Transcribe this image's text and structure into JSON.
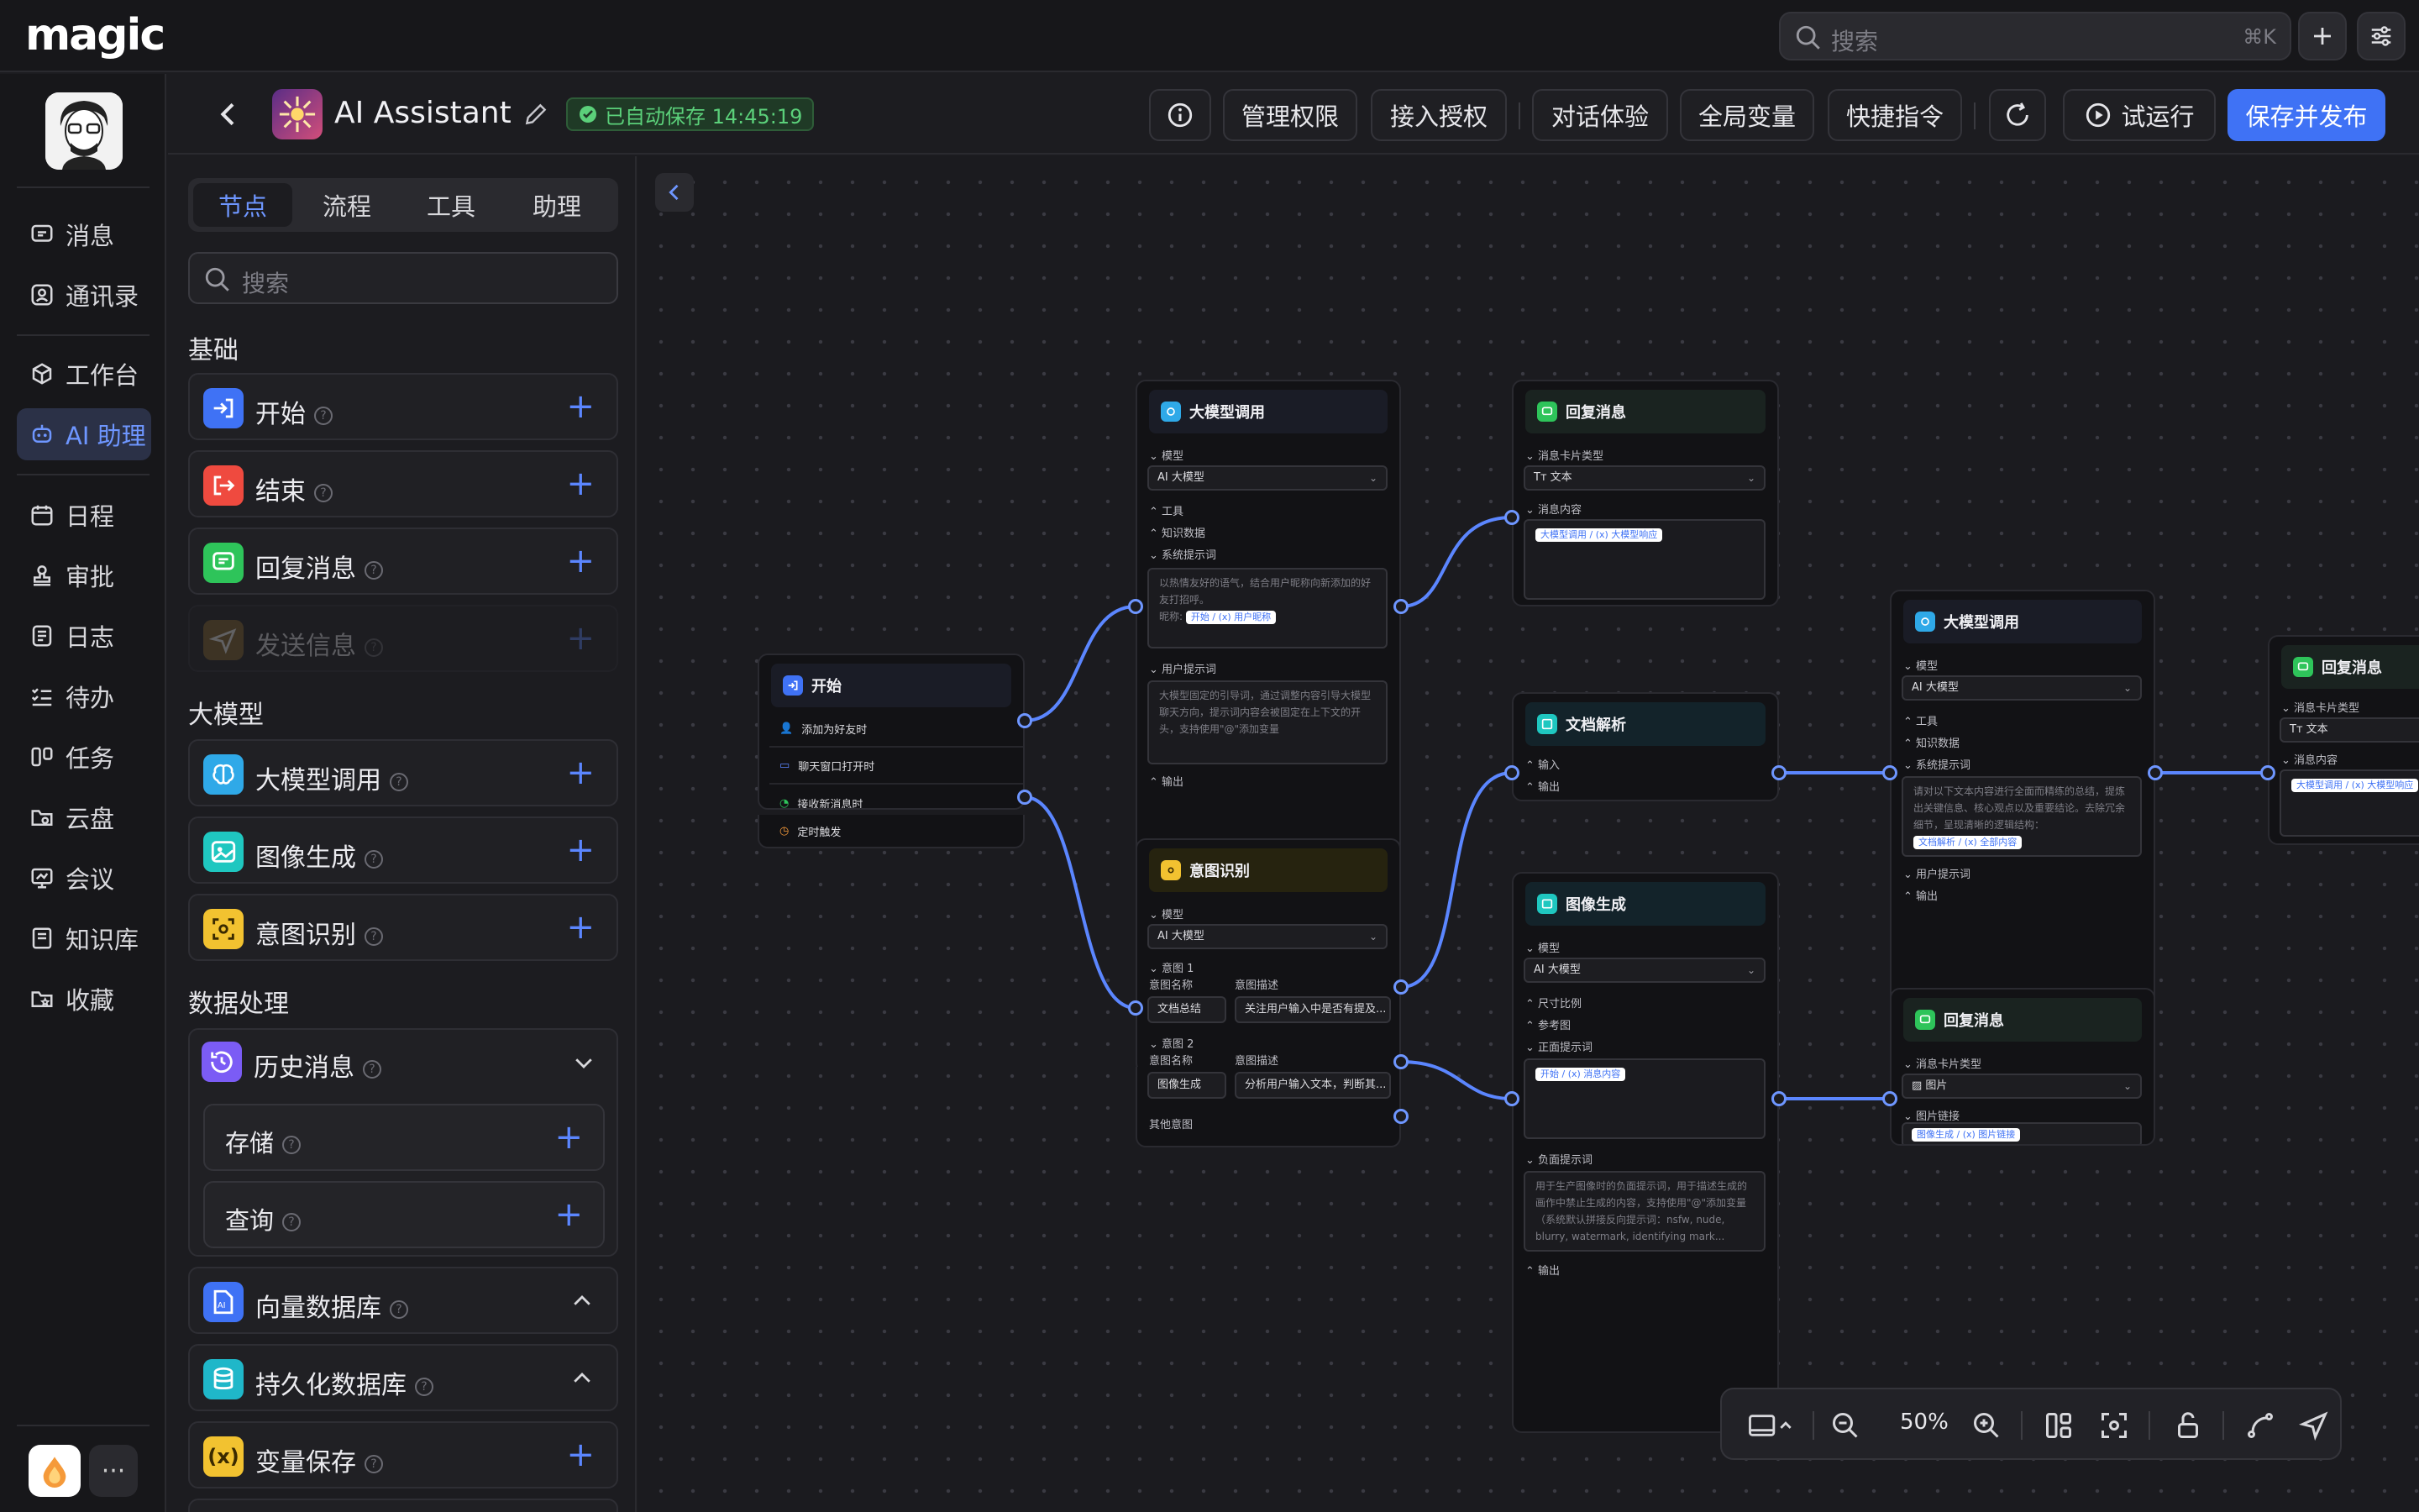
{
  "app": {
    "logo": "magic"
  },
  "search": {
    "placeholder": "搜索",
    "shortcut": "⌘K"
  },
  "nav": {
    "items": [
      {
        "label": "消息",
        "icon": "message-icon"
      },
      {
        "label": "通讯录",
        "icon": "contacts-icon"
      },
      {
        "label": "工作台",
        "icon": "workbench-icon"
      },
      {
        "label": "AI 助理",
        "icon": "ai-robot-icon",
        "active": true
      },
      {
        "label": "日程",
        "icon": "calendar-icon"
      },
      {
        "label": "审批",
        "icon": "stamp-icon"
      },
      {
        "label": "日志",
        "icon": "log-icon"
      },
      {
        "label": "待办",
        "icon": "todo-icon"
      },
      {
        "label": "任务",
        "icon": "task-icon"
      },
      {
        "label": "云盘",
        "icon": "cloud-drive-icon"
      },
      {
        "label": "会议",
        "icon": "meeting-icon"
      },
      {
        "label": "知识库",
        "icon": "knowledge-icon"
      },
      {
        "label": "收藏",
        "icon": "favorites-icon"
      }
    ],
    "more": "···"
  },
  "header": {
    "title": "AI Assistant",
    "autosave": "已自动保存 14:45:19",
    "buttons": {
      "permissions": "管理权限",
      "auth": "接入授权",
      "chat": "对话体验",
      "variables": "全局变量",
      "shortcuts": "快捷指令",
      "run": "试运行",
      "publish": "保存并发布"
    }
  },
  "panel": {
    "tabs": [
      "节点",
      "流程",
      "工具",
      "助理"
    ],
    "search_placeholder": "搜索",
    "sections": {
      "basic": "基础",
      "llm": "大模型",
      "data": "数据处理"
    },
    "basic_items": [
      "开始",
      "结束",
      "回复消息",
      "发送信息"
    ],
    "llm_items": [
      "大模型调用",
      "图像生成",
      "意图识别"
    ],
    "data_items": {
      "history": "历史消息",
      "store": "存储",
      "query": "查询",
      "vector": "向量数据库",
      "persist": "持久化数据库",
      "var_save": "变量保存"
    }
  },
  "nodes": {
    "start": {
      "title": "开始",
      "rows": [
        "添加为好友时",
        "聊天窗口打开时",
        "接收新消息时",
        "定时触发"
      ]
    },
    "llm1": {
      "title": "大模型调用",
      "model_label": "模型",
      "model": "AI 大模型",
      "tools": "工具",
      "knowledge": "知识数据",
      "system_prompt": "系统提示词",
      "system_text": "以热情友好的语气，结合用户昵称向新添加的好友打招呼。",
      "nick_label": "昵称:",
      "nick_chip": "开始 / (x) 用户昵称",
      "user_prompt": "用户提示词",
      "user_text": "大模型固定的引导词，通过调整内容引导大模型聊天方向，提示词内容会被固定在上下文的开头，支持使用\"@\"添加变量",
      "output": "输出"
    },
    "reply1": {
      "title": "回复消息",
      "card_type_label": "消息卡片类型",
      "card_type": "文本",
      "content_label": "消息内容",
      "chip": "大模型调用 / (x) 大模型响应"
    },
    "intent": {
      "title": "意图识别",
      "model_label": "模型",
      "model": "AI 大模型",
      "intent1": "意图 1",
      "name_label": "意图名称",
      "desc_label": "意图描述",
      "intent1_name": "文档总结",
      "intent1_desc": "关注用户输入中是否有提及...",
      "intent2": "意图 2",
      "intent2_name": "图像生成",
      "intent2_desc": "分析用户输入文本，判断其...",
      "other": "其他意图"
    },
    "doc": {
      "title": "文档解析",
      "input": "输入",
      "output": "输出"
    },
    "image": {
      "title": "图像生成",
      "model_label": "模型",
      "model": "AI 大模型",
      "ratio": "尺寸比例",
      "ref": "参考图",
      "pos_prompt": "正面提示词",
      "pos_chip": "开始 / (x) 消息内容",
      "neg_prompt": "负面提示词",
      "neg_text": "用于生产图像时的负面提示词，用于描述生成的画作中禁止生成的内容，支持使用\"@\"添加变量（系统默认拼接反向提示词：nsfw, nude, blurry, watermark, identifying mark...",
      "output": "输出"
    },
    "llm2": {
      "title": "大模型调用",
      "model_label": "模型",
      "model": "AI 大模型",
      "tools": "工具",
      "knowledge": "知识数据",
      "system_prompt": "系统提示词",
      "system_text": "请对以下文本内容进行全面而精练的总结，提炼出关键信息、核心观点以及重要结论。去除冗余细节，呈现清晰的逻辑结构：",
      "chip": "文档解析 / (x) 全部内容",
      "user_prompt": "用户提示词",
      "output": "输出"
    },
    "reply2": {
      "title": "回复消息",
      "card_type_label": "消息卡片类型",
      "card_type": "图片",
      "link_label": "图片链接",
      "chip": "图像生成 / (x) 图片链接"
    },
    "reply3": {
      "title": "回复消息",
      "card_type_label": "消息卡片类型",
      "card_type": "文本",
      "content_label": "消息内容",
      "chip": "大模型调用 / (x) 大模型响应"
    }
  },
  "zoom": {
    "value": "50%"
  },
  "colors": {
    "accent": "#3f72f5",
    "wire": "#6e96ff",
    "autosave_green": "#5bd07a"
  }
}
